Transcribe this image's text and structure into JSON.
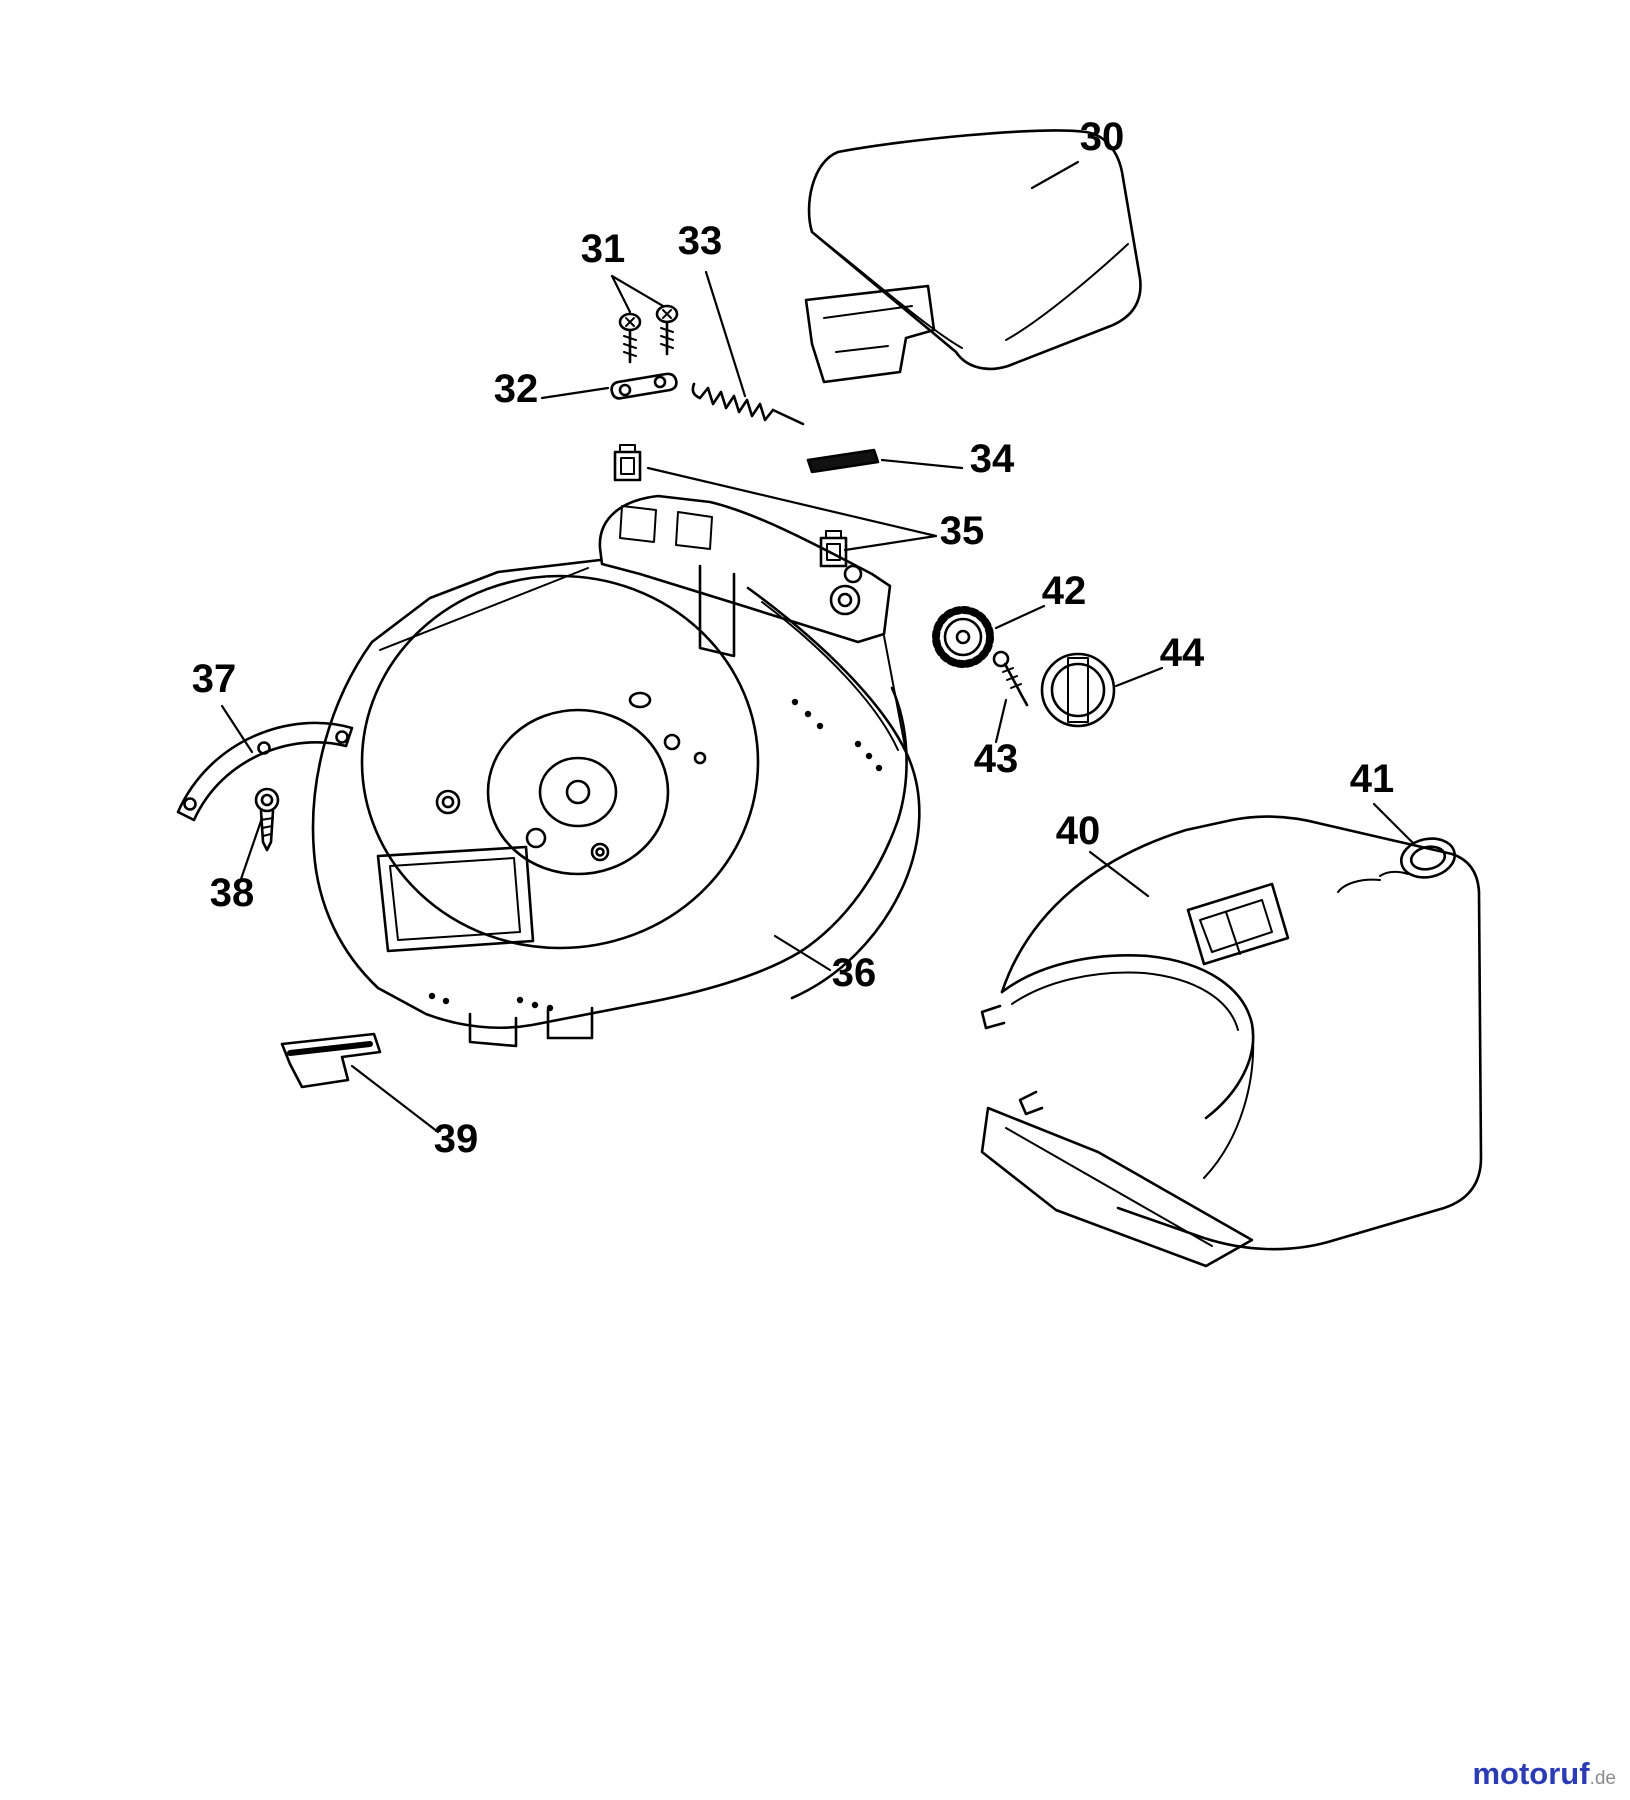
{
  "diagram": {
    "type": "exploded-parts-diagram",
    "subject": "lawn-mower-deck-and-grass-catcher",
    "line_color": "#000000",
    "background": "#ffffff",
    "labels": [
      {
        "part": "30"
      },
      {
        "part": "31"
      },
      {
        "part": "32"
      },
      {
        "part": "33"
      },
      {
        "part": "34"
      },
      {
        "part": "35"
      },
      {
        "part": "36"
      },
      {
        "part": "37"
      },
      {
        "part": "38"
      },
      {
        "part": "39"
      },
      {
        "part": "40"
      },
      {
        "part": "41"
      },
      {
        "part": "42"
      },
      {
        "part": "43"
      },
      {
        "part": "44"
      }
    ]
  },
  "watermark": {
    "brand": "motoruf",
    "suffix": ".de",
    "brand_color": "#2a3bb5",
    "suffix_color": "#8c8c8c"
  }
}
